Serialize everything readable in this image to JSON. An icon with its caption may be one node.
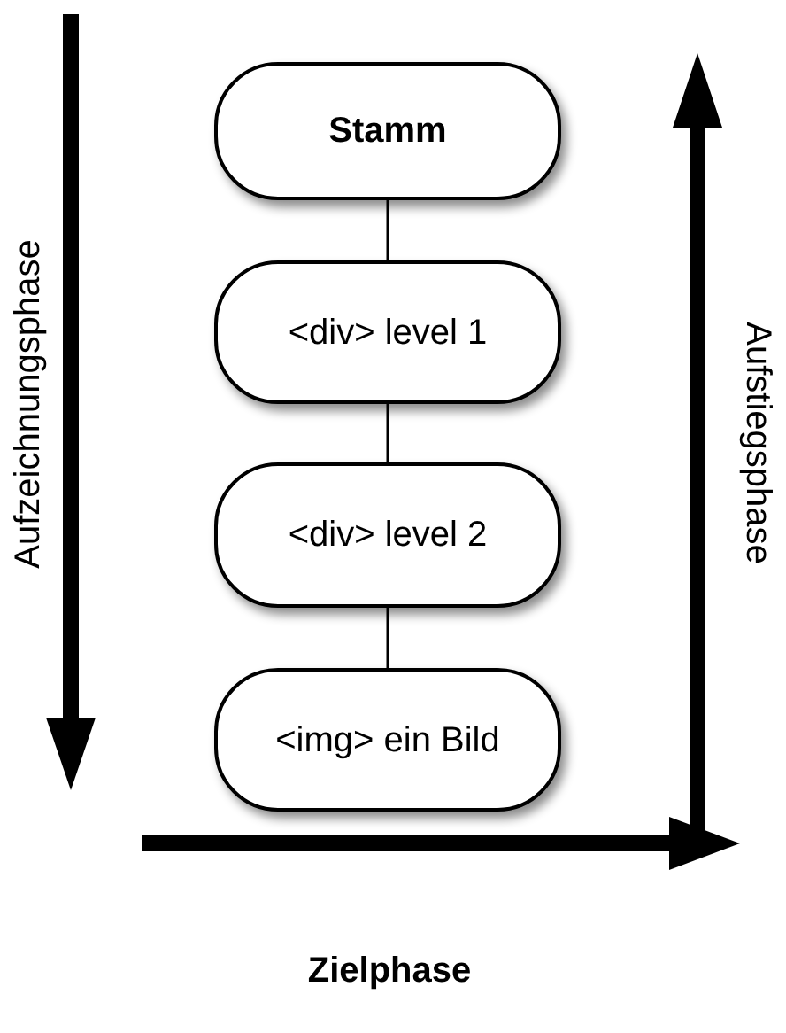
{
  "diagram": {
    "nodes": [
      {
        "text": [
          "Stamm"
        ]
      },
      {
        "text": [
          "<div> level 1"
        ]
      },
      {
        "text": [
          "<div> level 2"
        ]
      },
      {
        "text": [
          "<img> ein Bild"
        ]
      }
    ],
    "edges": [
      {
        "from": 0,
        "to": 1,
        "arrow": "none"
      },
      {
        "from": 1,
        "to": 2,
        "arrow": "none"
      },
      {
        "from": 2,
        "to": 3,
        "arrow": "none"
      }
    ],
    "labels": [
      "Aufzeichnungsphase",
      "Aufstiegsphase",
      "Zielphase"
    ]
  }
}
